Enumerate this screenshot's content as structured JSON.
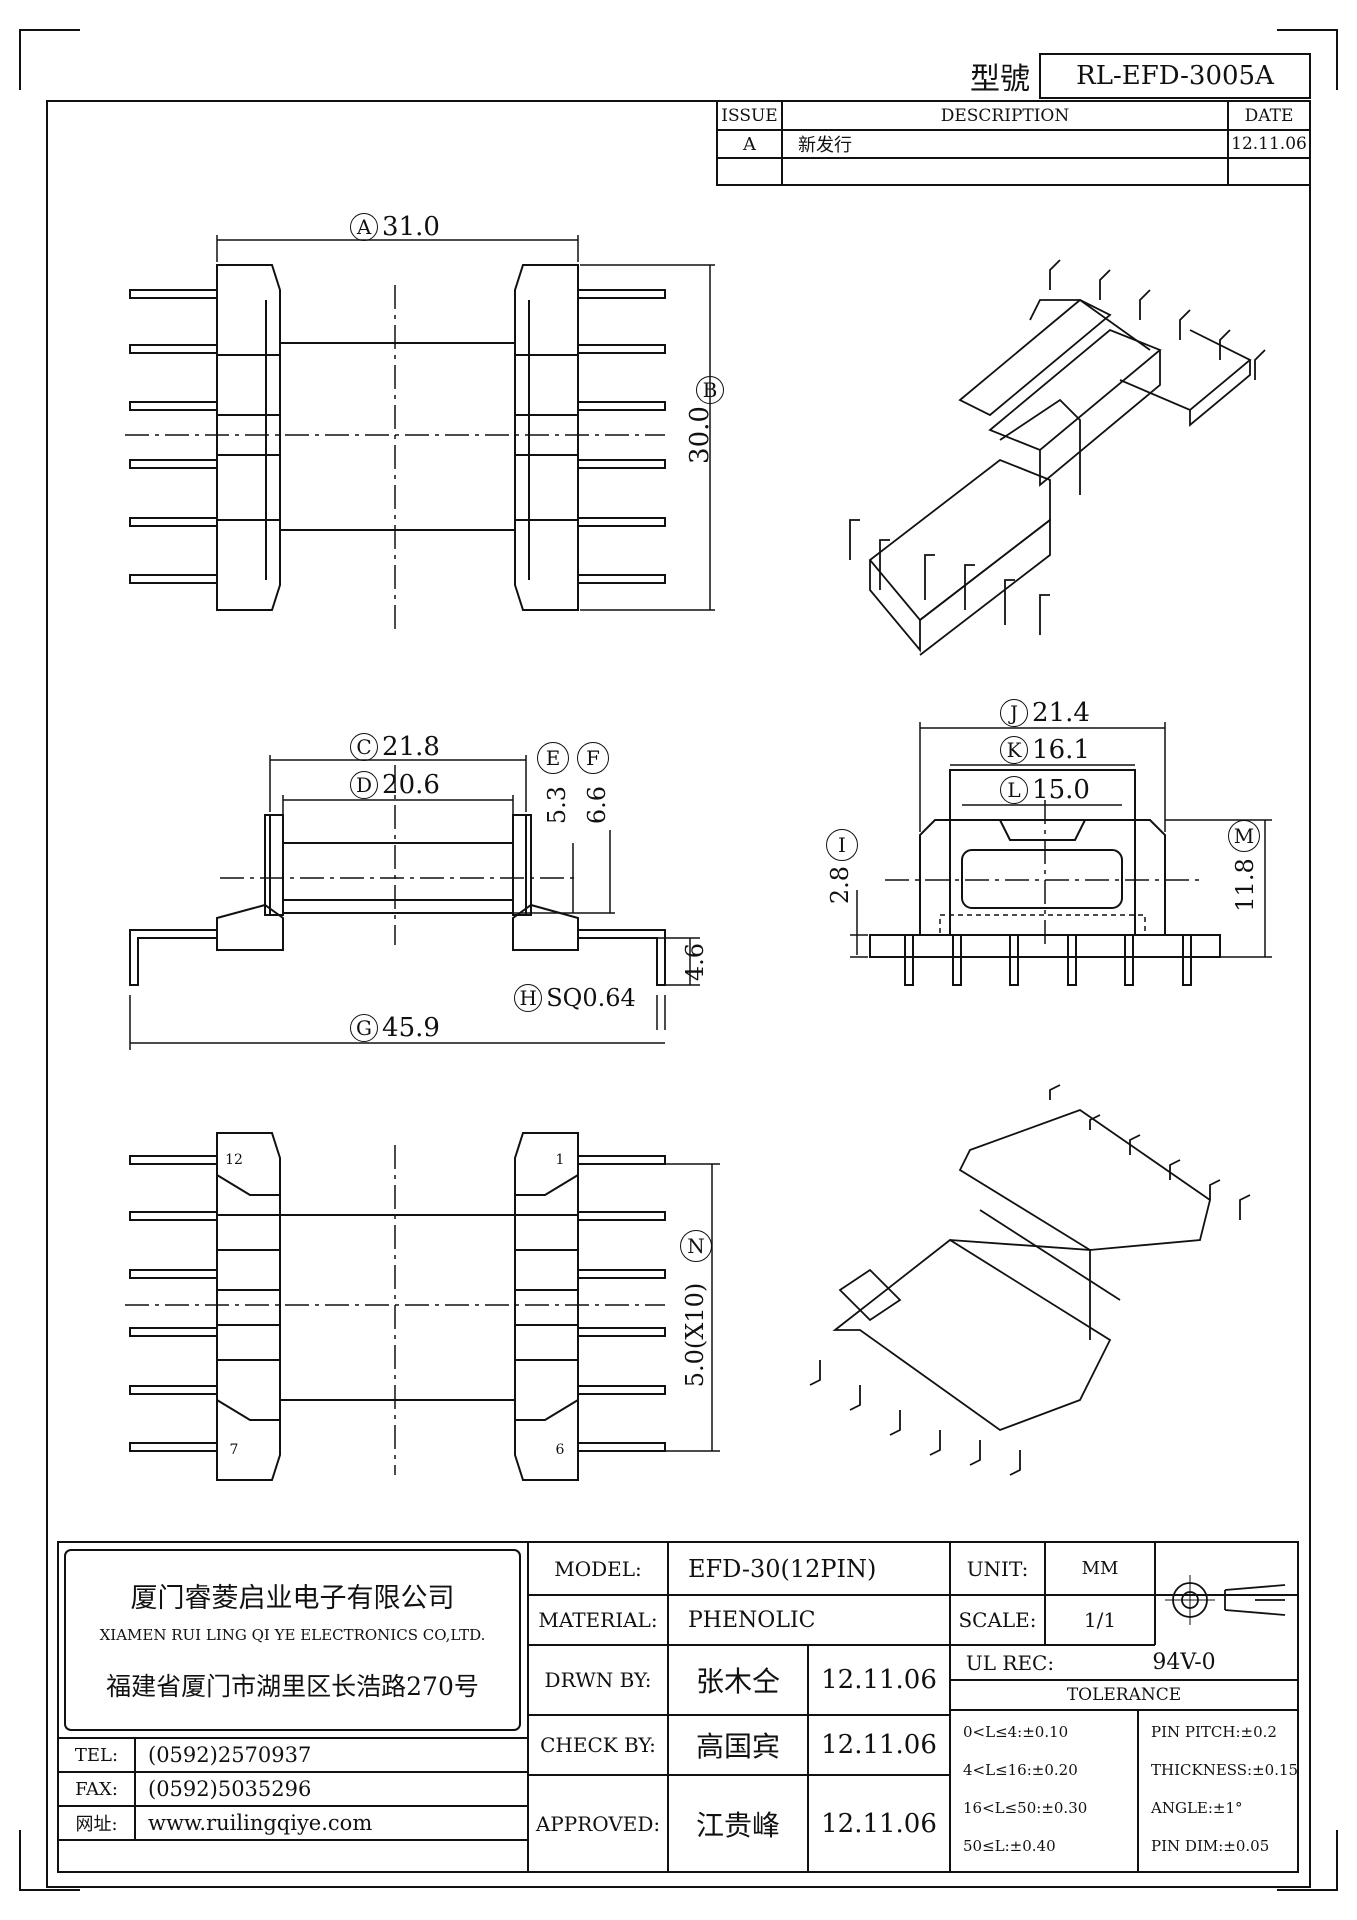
{
  "header": {
    "model_label": "型號",
    "model_number": "RL-EFD-3005A"
  },
  "revision": {
    "columns": [
      "ISSUE",
      "DESCRIPTION",
      "DATE"
    ],
    "rows": [
      {
        "issue": "A",
        "description": "新发行",
        "date": "12.11.06"
      }
    ]
  },
  "dimensions": {
    "A": {
      "letter": "A",
      "value": "31.0"
    },
    "B": {
      "letter": "B",
      "value": "30.0"
    },
    "C": {
      "letter": "C",
      "value": "21.8"
    },
    "D": {
      "letter": "D",
      "value": "20.6"
    },
    "E": {
      "letter": "E",
      "value": "5.3"
    },
    "F": {
      "letter": "F",
      "value": "6.6"
    },
    "G": {
      "letter": "G",
      "value": "45.9"
    },
    "H": {
      "letter": "H",
      "value": "SQ0.64"
    },
    "I": {
      "letter": "I",
      "value": "2.8"
    },
    "J": {
      "letter": "J",
      "value": "21.4"
    },
    "K": {
      "letter": "K",
      "value": "16.1"
    },
    "L": {
      "letter": "L",
      "value": "15.0"
    },
    "M": {
      "letter": "M",
      "value": "11.8"
    },
    "N": {
      "letter": "N",
      "value": "5.0(X10)"
    },
    "side_pin_height": "4.6"
  },
  "pin_numbers": {
    "top_left": "12",
    "top_right": "1",
    "bottom_left": "7",
    "bottom_right": "6"
  },
  "company": {
    "name_cn": "厦门睿菱启业电子有限公司",
    "name_en": "XIAMEN RUI LING QI YE ELECTRONICS CO,LTD.",
    "address": "福建省厦门市湖里区长浩路270号",
    "tel_label": "TEL:",
    "tel": "(0592)2570937",
    "fax_label": "FAX:",
    "fax": "(0592)5035296",
    "web_label": "网址:",
    "web": "www.ruilingqiye.com"
  },
  "title_block": {
    "model_label": "MODEL:",
    "model_value": "EFD-30(12PIN)",
    "material_label": "MATERIAL:",
    "material_value": "PHENOLIC",
    "drawn_label": "DRWN BY:",
    "drawn_name": "张木仝",
    "drawn_date": "12.11.06",
    "check_label": "CHECK BY:",
    "check_name": "高国宾",
    "check_date": "12.11.06",
    "approved_label": "APPROVED:",
    "approved_name": "江贵峰",
    "approved_date": "12.11.06",
    "unit_label": "UNIT:",
    "unit_value": "MM",
    "scale_label": "SCALE:",
    "scale_value": "1/1",
    "ul_label": "UL REC:",
    "ul_value": "94V-0",
    "tolerance_label": "TOLERANCE",
    "tolerance_left": [
      "0<L≤4:±0.10",
      "4<L≤16:±0.20",
      "16<L≤50:±0.30",
      "50≤L:±0.40"
    ],
    "tolerance_right": [
      "PIN PITCH:±0.2",
      "THICKNESS:±0.15",
      "ANGLE:±1°",
      "PIN DIM:±0.05"
    ]
  },
  "colors": {
    "line": "#111111",
    "background": "#ffffff"
  }
}
